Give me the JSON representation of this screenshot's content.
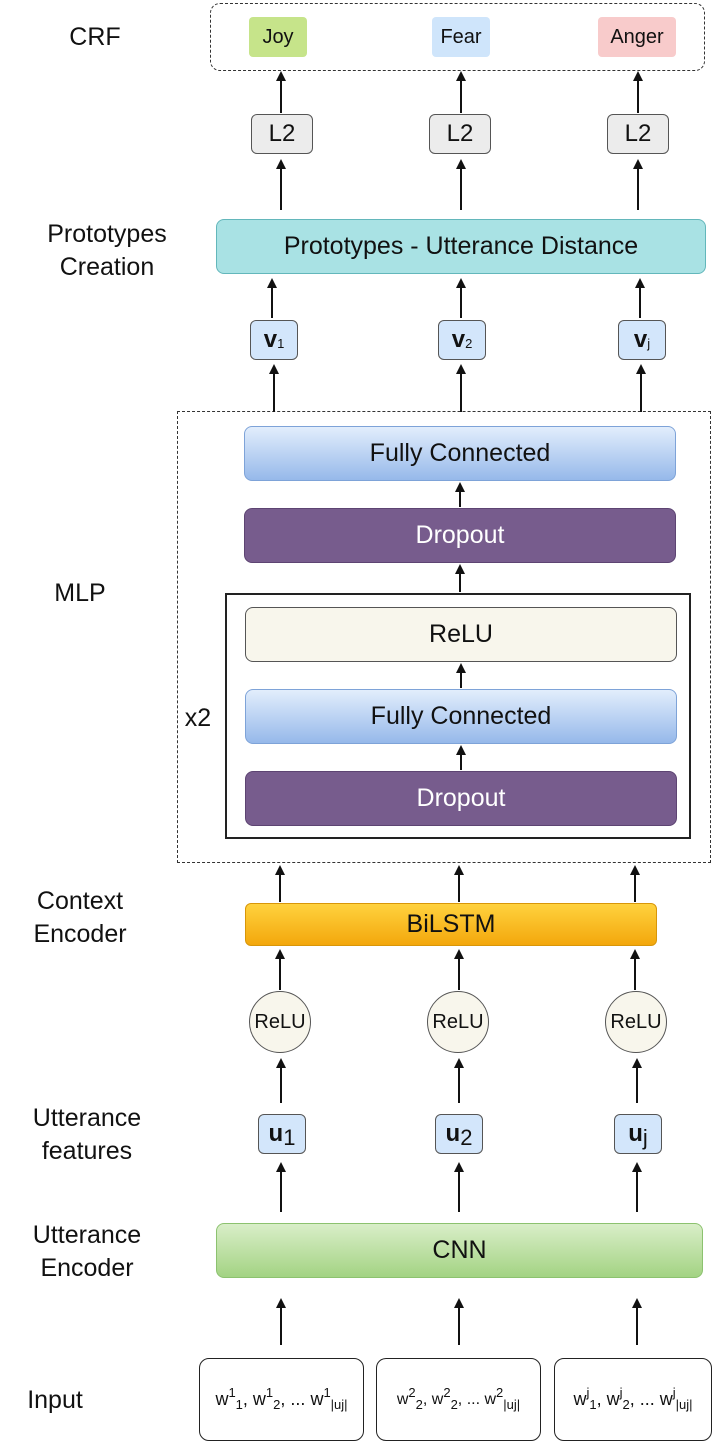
{
  "labels": {
    "crf": "CRF",
    "prototypes_line1": "Prototypes",
    "prototypes_line2": "Creation",
    "mlp": "MLP",
    "x2": "x2",
    "context_line1": "Context",
    "context_line2": "Encoder",
    "utt_features_line1": "Utterance",
    "utt_features_line2": "features",
    "utt_encoder_line1": "Utterance",
    "utt_encoder_line2": "Encoder",
    "input": "Input"
  },
  "emotions": [
    {
      "label": "Joy",
      "color": "#c6e48a"
    },
    {
      "label": "Fear",
      "color": "#cfe5fb"
    },
    {
      "label": "Anger",
      "color": "#f8cbcb"
    }
  ],
  "l2": [
    "L2",
    "L2",
    "L2"
  ],
  "prototypes_box": "Prototypes - Utterance Distance",
  "v": [
    {
      "base": "v",
      "sub": "1"
    },
    {
      "base": "v",
      "sub": "2"
    },
    {
      "base": "v",
      "sub": "j"
    }
  ],
  "mlp": {
    "fc_top": "Fully Connected",
    "dropout_top": "Dropout",
    "relu": "ReLU",
    "fc_inner": "Fully Connected",
    "dropout_inner": "Dropout"
  },
  "bilstm": "BiLSTM",
  "relu_circles": [
    "ReLU",
    "ReLU",
    "ReLU"
  ],
  "u": [
    {
      "base": "u",
      "sub": "1"
    },
    {
      "base": "u",
      "sub": "2"
    },
    {
      "base": "u",
      "sub": "j"
    }
  ],
  "cnn": "CNN",
  "inputs": [
    {
      "w": "w",
      "a1": "1",
      "b1": "1",
      "a2": "1",
      "b2": "2",
      "dots": "...",
      "a3": "1",
      "b3": "|uj|"
    },
    {
      "w": "w",
      "a1": "2",
      "b1": "2",
      "a2": "2",
      "b2": "2",
      "dots": "...",
      "a3": "2",
      "b3": "|uj|"
    },
    {
      "w": "w",
      "a1": "j",
      "b1": "1",
      "a2": "j",
      "b2": "2",
      "dots": "...",
      "a3": "j",
      "b3": "|uj|"
    }
  ]
}
